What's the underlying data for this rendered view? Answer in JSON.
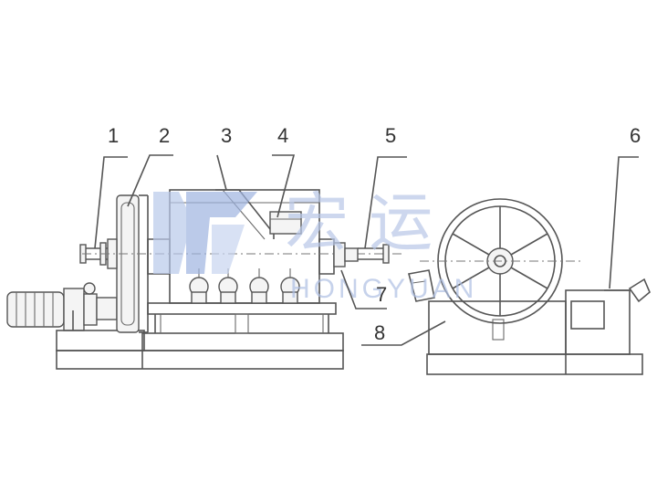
{
  "callouts": [
    {
      "id": "1",
      "label": "1"
    },
    {
      "id": "2",
      "label": "2"
    },
    {
      "id": "3",
      "label": "3"
    },
    {
      "id": "4",
      "label": "4"
    },
    {
      "id": "5",
      "label": "5"
    },
    {
      "id": "6",
      "label": "6"
    },
    {
      "id": "7",
      "label": "7"
    },
    {
      "id": "8",
      "label": "8"
    }
  ],
  "watermark": {
    "cjk": "宏 运",
    "latin": "HONGYUAN",
    "color": "#9fb4e0"
  }
}
